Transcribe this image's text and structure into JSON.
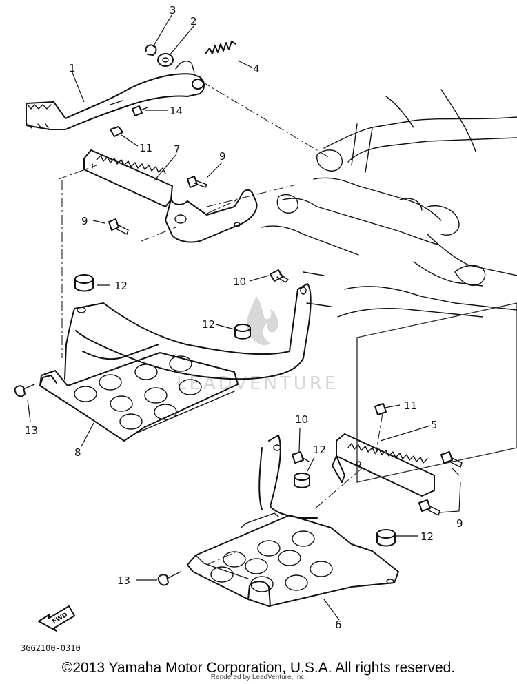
{
  "diagram": {
    "callouts": [
      "1",
      "2",
      "3",
      "4",
      "5",
      "6",
      "7",
      "8",
      "9",
      "9",
      "9",
      "10",
      "10",
      "11",
      "11",
      "12",
      "12",
      "12",
      "12",
      "13",
      "13",
      "14"
    ],
    "fwd_label": "FWD",
    "watermark": "LEADVENTURE",
    "code": "3GG2100-0310"
  },
  "footer": {
    "copyright": "©2013 Yamaha Motor Corporation, U.S.A. All rights reserved.",
    "rendered_by": "Rendered by LeadVenture, Inc."
  }
}
